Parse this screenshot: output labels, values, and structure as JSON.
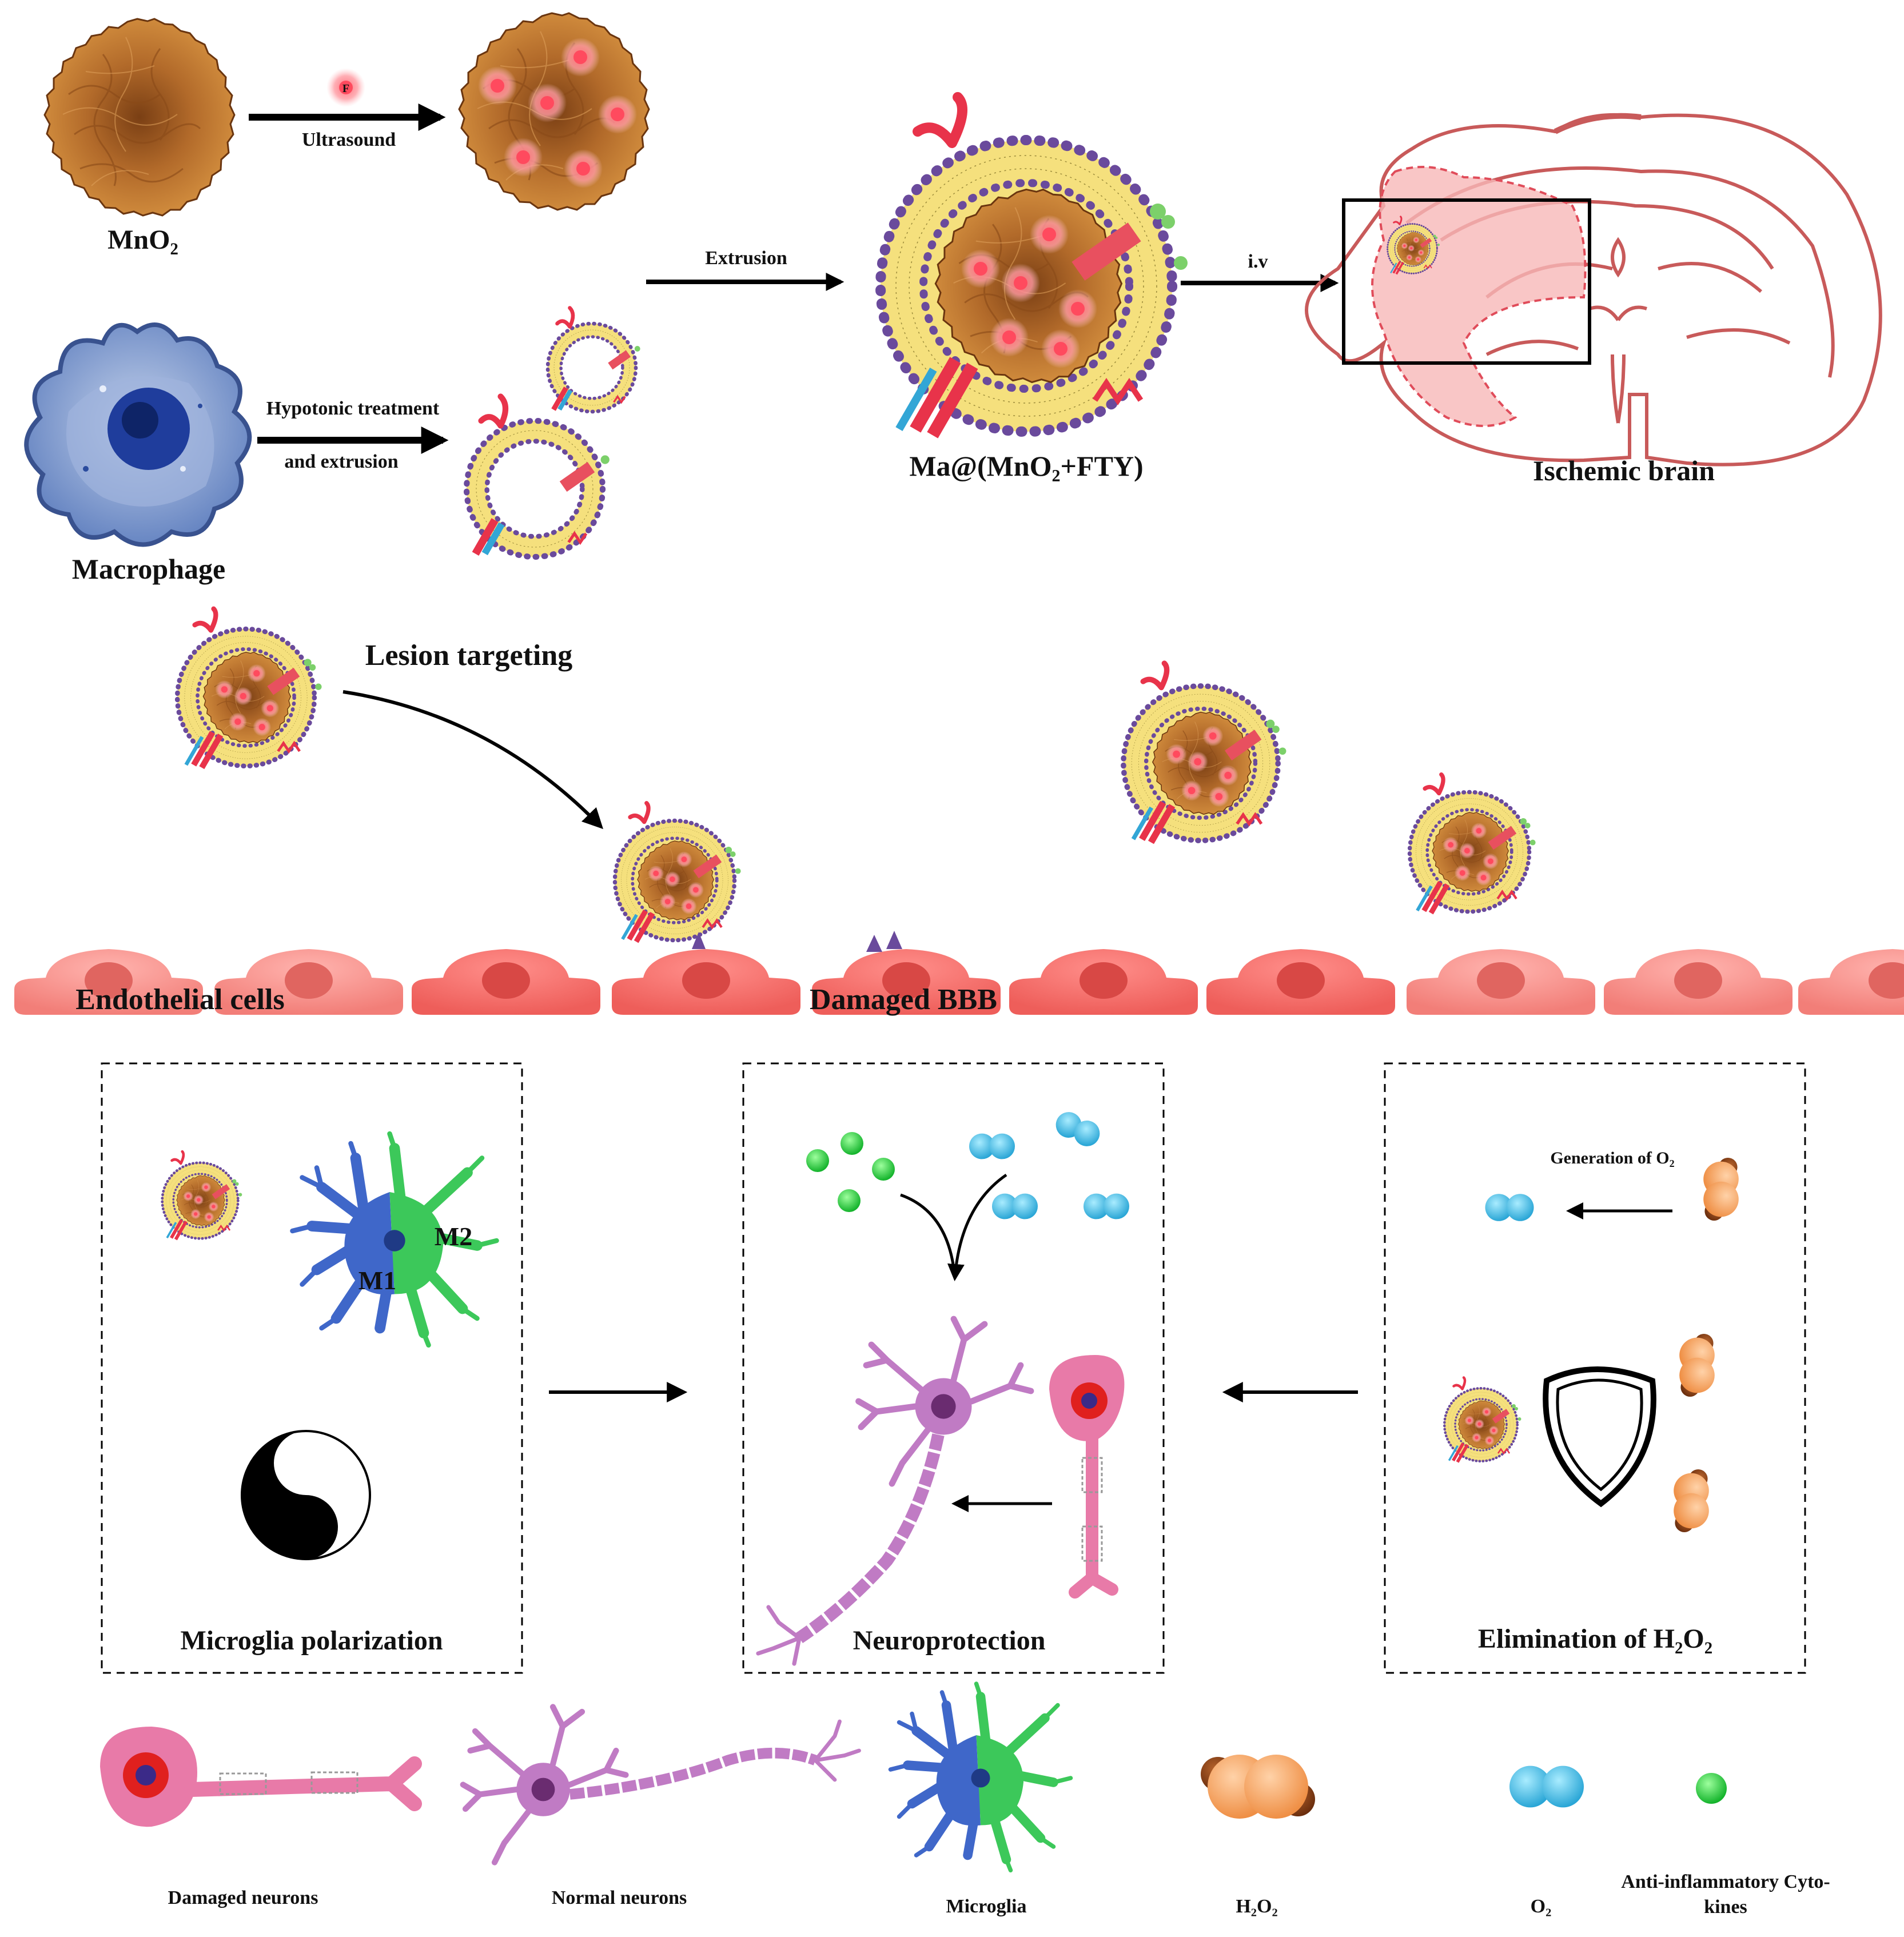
{
  "labels": {
    "mno2": "MnO₂",
    "ultrasound": "Ultrasound",
    "extrusion": "Extrusion",
    "iv": "i.v",
    "macrophage": "Macrophage",
    "hypotonic_line1": "Hypotonic treatment",
    "hypotonic_line2": "and extrusion",
    "nanoparticle": "Ma@(MnO₂+FTY)",
    "ischemic_brain": "Ischemic brain",
    "lesion_targeting": "Lesion targeting",
    "endothelial_cells": "Endothelial cells",
    "damaged_bbb": "Damaged BBB",
    "microglia_polarization": "Microglia polarization",
    "m1": "M1",
    "m2": "M2",
    "neuroprotection": "Neuroprotection",
    "generation_o2": "Generation of O₂",
    "elimination_h2o2": "Elimination of H₂O₂",
    "drug_marker": "F"
  },
  "legend": [
    {
      "key": "damaged_neurons",
      "label": "Damaged neurons"
    },
    {
      "key": "normal_neurons",
      "label": "Normal neurons"
    },
    {
      "key": "microglia",
      "label": "Microglia"
    },
    {
      "key": "h2o2",
      "label": "H₂O₂"
    },
    {
      "key": "o2",
      "label": "O₂"
    },
    {
      "key": "cytokines_line1",
      "label": "Anti-inflammatory Cyto-"
    },
    {
      "key": "cytokines_line2",
      "label": "kines"
    }
  ],
  "colors": {
    "mno2_core": "#b5651d",
    "membrane_yellow": "#f3dc7a",
    "lipid_head": "#6a4a9c",
    "endothelial": "#f28c8c",
    "damaged_endothelial": "#ee6868",
    "brain_outline": "#c85a5a",
    "lesion_fill": "#f7b8b8",
    "o2_blue": "#4fc3e6",
    "h2o2_orange": "#f4a461",
    "cytokine_green": "#2ecc40",
    "m1_blue": "#3f67c9",
    "m2_green": "#3cc85a",
    "neuron_purple": "#c080c0",
    "damaged_neuron_pink": "#e87aa8"
  }
}
